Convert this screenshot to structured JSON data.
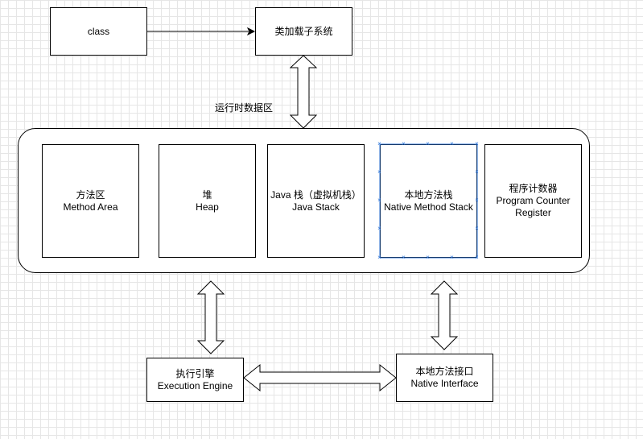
{
  "nodes": {
    "class": "class",
    "classloader": "类加载子系统",
    "runtime_label": "运行时数据区",
    "method_area": {
      "cn": "方法区",
      "en": "Method Area"
    },
    "heap": {
      "cn": "堆",
      "en": "Heap"
    },
    "java_stack": {
      "cn": "Java 栈（虚拟机栈）",
      "en": "Java Stack"
    },
    "native_stack": {
      "cn": "本地方法栈",
      "en": "Native Method Stack"
    },
    "pc_register": {
      "cn": "程序计数器",
      "en1": "Program Counter",
      "en2": "Register"
    },
    "exec_engine": {
      "cn": "执行引擎",
      "en": "Execution Engine"
    },
    "native_interface": {
      "cn": "本地方法接口",
      "en": "Native Interface"
    }
  },
  "colors": {
    "line": "#000000",
    "selection": "#2c74d8",
    "grid": "#e6e6e6"
  }
}
